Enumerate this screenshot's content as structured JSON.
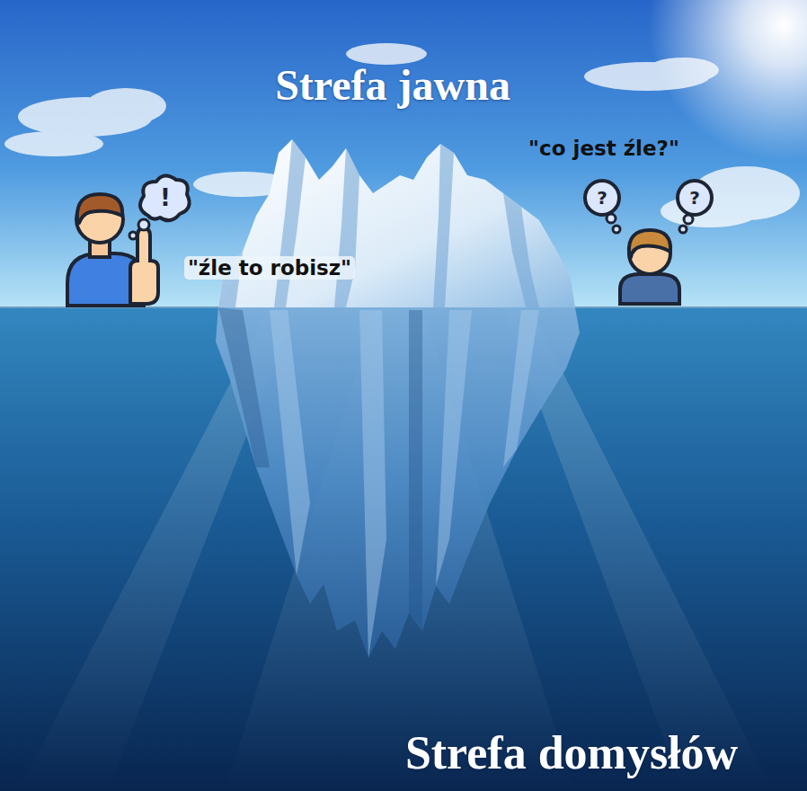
{
  "diagram": {
    "labels": [
      "Strefa jawna",
      "\"co jest źle?\"",
      "?",
      "?",
      "!",
      "\"źle to robisz\"",
      "Strefa domysłów"
    ]
  }
}
